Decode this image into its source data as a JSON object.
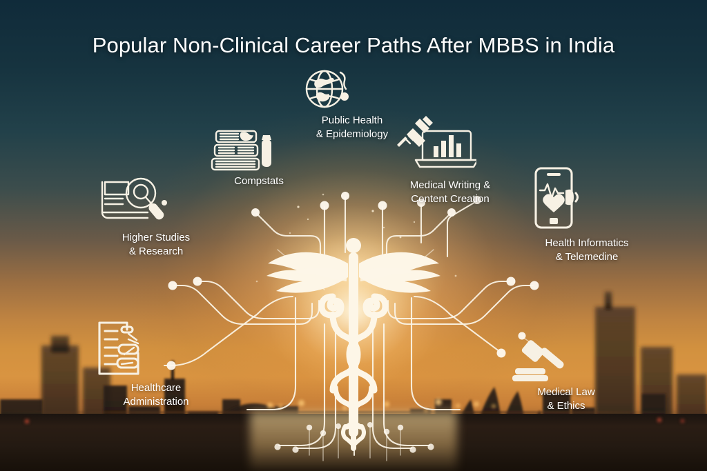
{
  "infographic": {
    "title": "Popular Non-Clinical Career Paths After MBBS in India",
    "center_symbol": "caduceus-medical-symbol",
    "background": {
      "scene": "city-skyline-at-sunset",
      "sky_top_color": "#102b3a",
      "sky_mid_color": "#3c4d4c",
      "sun_glow_color": "#ffe4b0",
      "horizon_color": "#d2913f",
      "silhouette_color": "#150f0a",
      "landmarks": [
        "india-gate",
        "lotus-temple",
        "skyscrapers"
      ]
    },
    "accent_color": "#fdf6e7",
    "text_color": "#ffffff",
    "nodes": [
      {
        "id": "public-health",
        "label_line1": "Public Health",
        "label_line2": "& Epidemiology",
        "icon": "globe-icon"
      },
      {
        "id": "compstats",
        "label_line1": "Compstats",
        "label_line2": "",
        "icon": "books-and-pen-icon"
      },
      {
        "id": "medical-writing",
        "label_line1": "Medical Writing &",
        "label_line2": "Content Creation",
        "icon": "syringe-laptop-chart-icon"
      },
      {
        "id": "higher-studies",
        "label_line1": "Higher Studies",
        "label_line2": "& Research",
        "icon": "book-magnifier-icon"
      },
      {
        "id": "health-informatics",
        "label_line1": "Health Informatics",
        "label_line2": "& Telemedine",
        "icon": "smartphone-heartbeat-icon"
      },
      {
        "id": "healthcare-administration",
        "label_line1": "Healthcare",
        "label_line2": "Administration",
        "icon": "clipboard-form-icon"
      },
      {
        "id": "medical-law",
        "label_line1": "Medical Law",
        "label_line2": "& Ethics",
        "icon": "gavel-icon"
      }
    ]
  }
}
